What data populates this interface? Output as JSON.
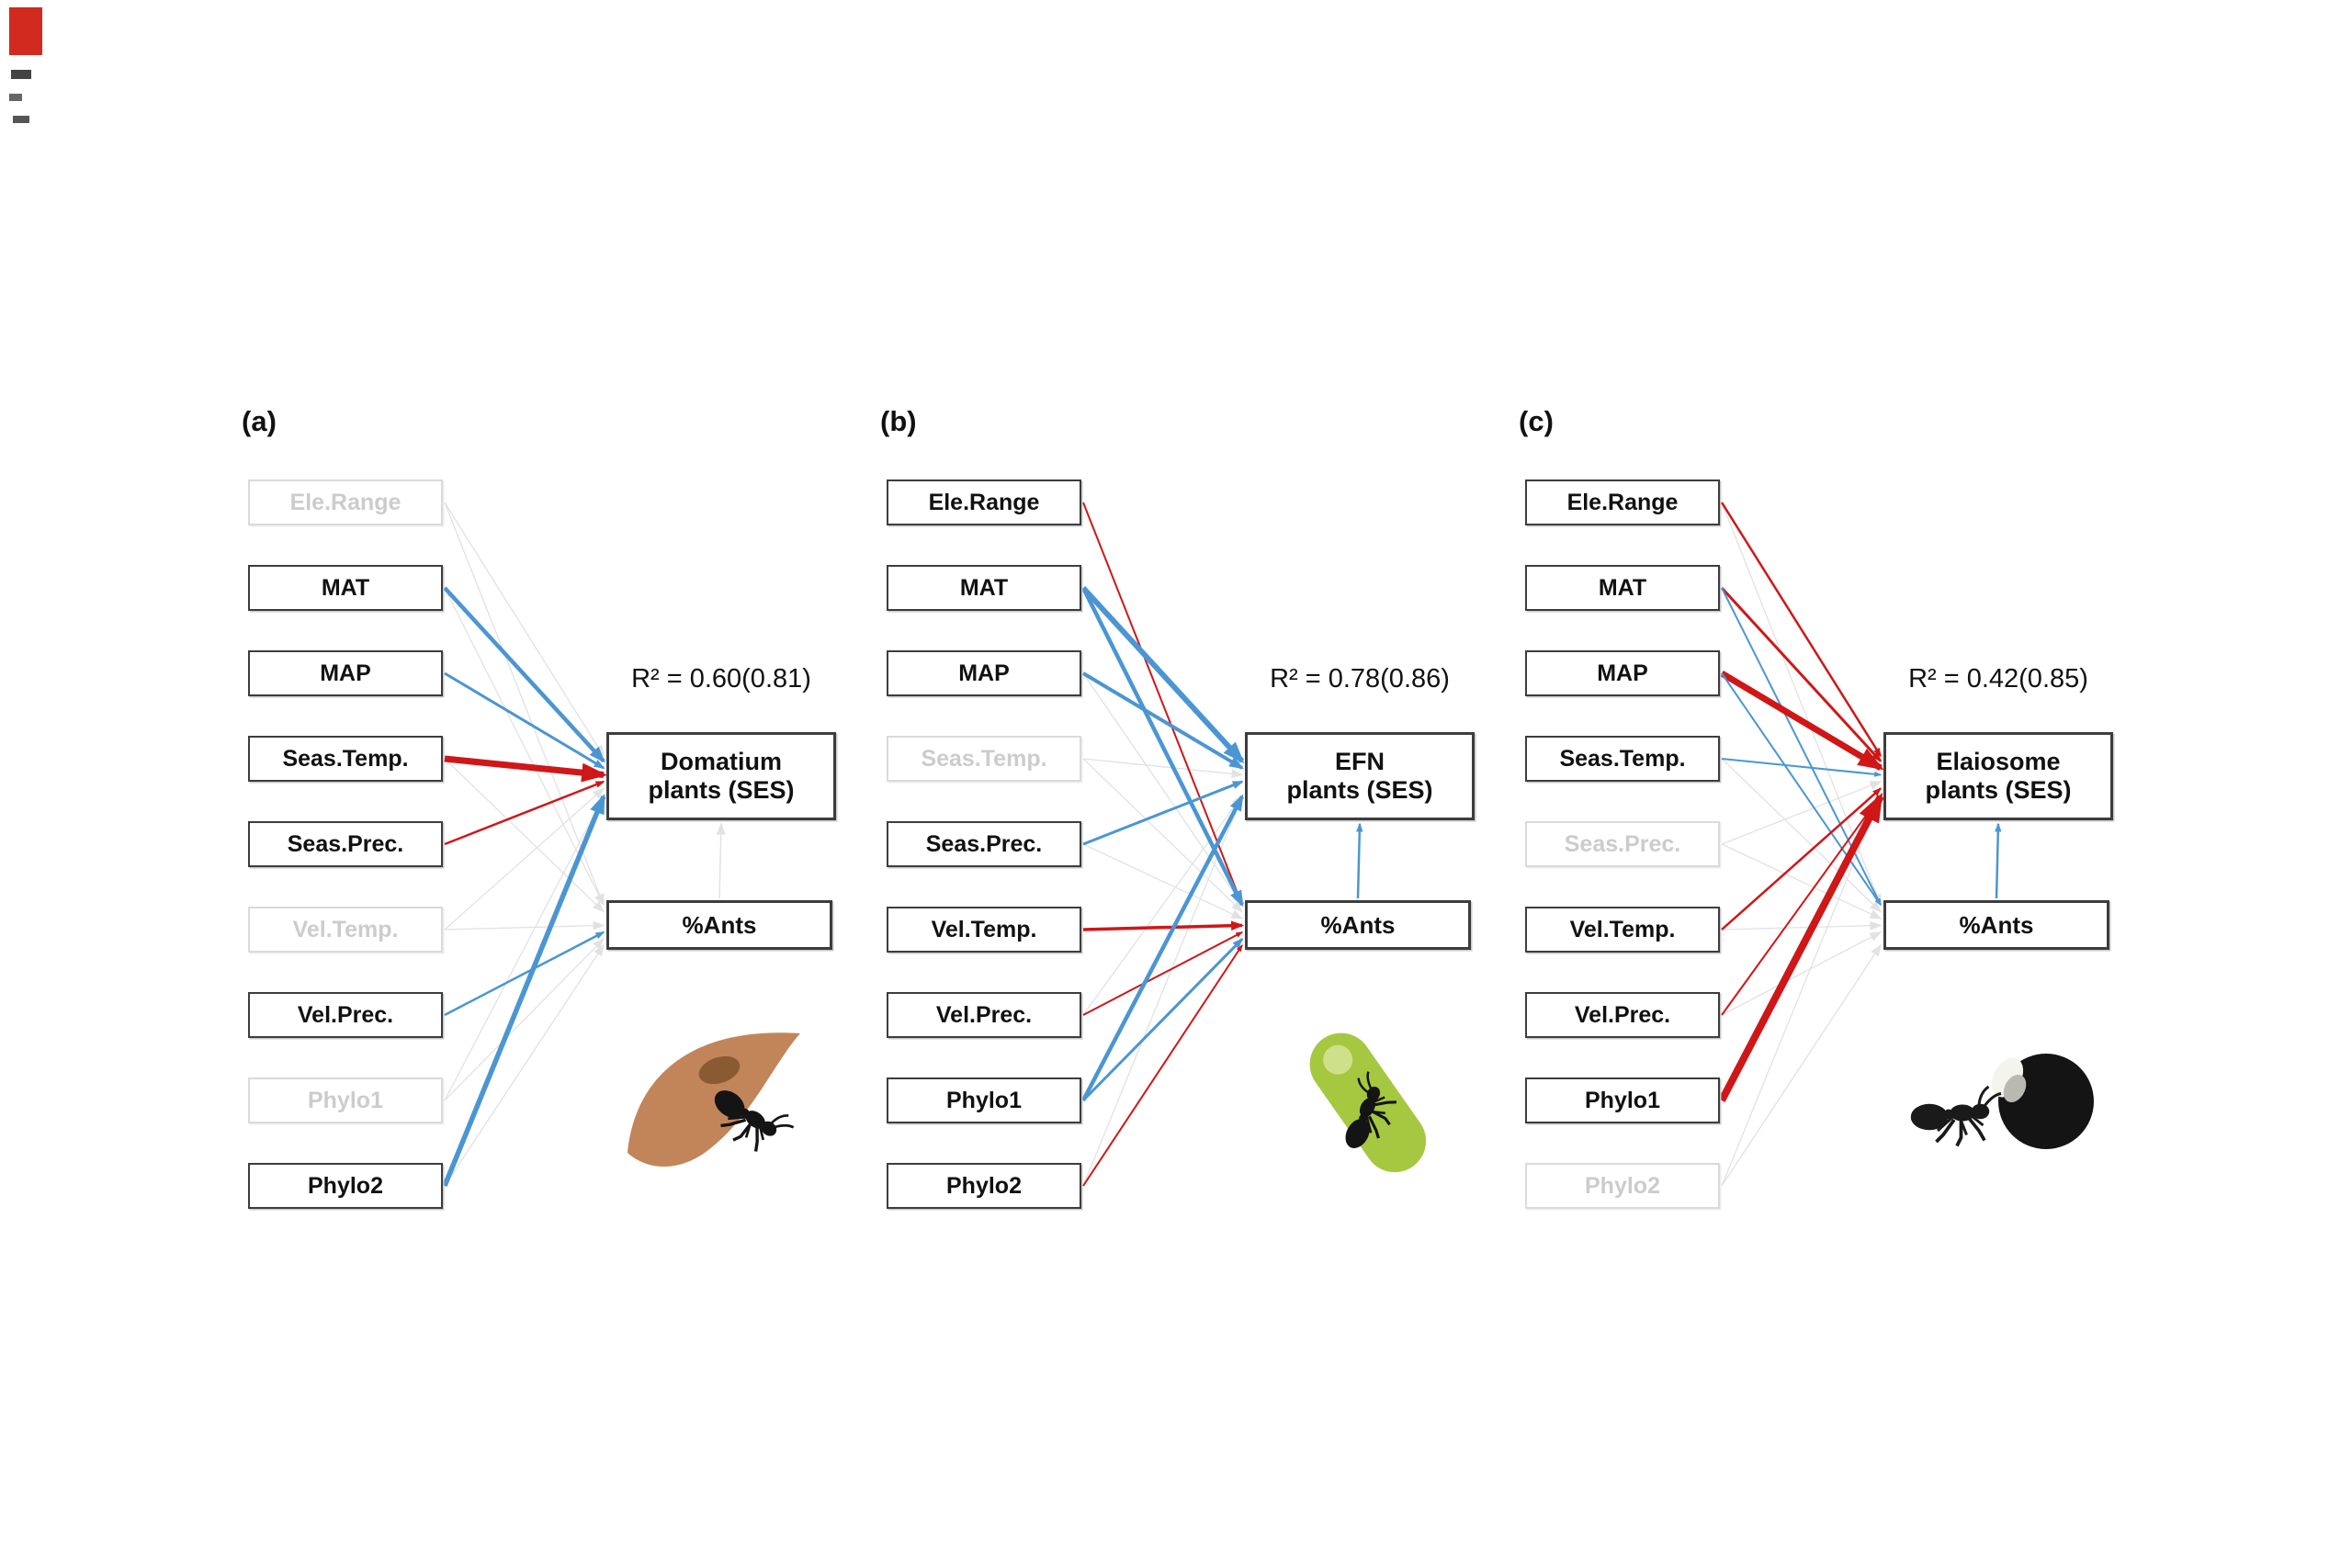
{
  "figure": {
    "colors": {
      "pos": "#4b96d2",
      "neg": "#cf1717",
      "ns": "#e2e2e2",
      "muted": "#cccccc"
    },
    "panels": [
      {
        "label": "(a)",
        "r2": "R² = 0.60(0.81)",
        "response_line1": "Domatium",
        "response_line2": "plants (SES)",
        "ants_label": "%Ants",
        "icon": "domatium-ant-icon",
        "predictors": [
          {
            "id": "ele-range",
            "label": "Ele.Range",
            "muted": true
          },
          {
            "id": "mat",
            "label": "MAT",
            "muted": false
          },
          {
            "id": "map",
            "label": "MAP",
            "muted": false
          },
          {
            "id": "seas-temp",
            "label": "Seas.Temp.",
            "muted": false
          },
          {
            "id": "seas-prec",
            "label": "Seas.Prec.",
            "muted": false
          },
          {
            "id": "vel-temp",
            "label": "Vel.Temp.",
            "muted": true
          },
          {
            "id": "vel-prec",
            "label": "Vel.Prec.",
            "muted": false
          },
          {
            "id": "phylo1",
            "label": "Phylo1",
            "muted": true
          },
          {
            "id": "phylo2",
            "label": "Phylo2",
            "muted": false
          }
        ],
        "edges": [
          {
            "from": "ele-range",
            "to": "response",
            "sign": "ns",
            "w": 1.3
          },
          {
            "from": "ele-range",
            "to": "ants",
            "sign": "ns",
            "w": 1.3
          },
          {
            "from": "mat",
            "to": "ants",
            "sign": "ns",
            "w": 1.3
          },
          {
            "from": "seas-temp",
            "to": "ants",
            "sign": "ns",
            "w": 1.3
          },
          {
            "from": "vel-temp",
            "to": "response",
            "sign": "ns",
            "w": 1.3
          },
          {
            "from": "vel-temp",
            "to": "ants",
            "sign": "ns",
            "w": 1.3
          },
          {
            "from": "phylo1",
            "to": "response",
            "sign": "ns",
            "w": 1.3
          },
          {
            "from": "phylo1",
            "to": "ants",
            "sign": "ns",
            "w": 1.3
          },
          {
            "from": "phylo2",
            "to": "ants",
            "sign": "ns",
            "w": 1.3
          },
          {
            "from": "ants",
            "to": "response",
            "sign": "ns",
            "w": 1.5
          },
          {
            "from": "mat",
            "to": "response",
            "sign": "pos",
            "w": 4.5
          },
          {
            "from": "map",
            "to": "response",
            "sign": "pos",
            "w": 3
          },
          {
            "from": "seas-temp",
            "to": "response",
            "sign": "neg",
            "w": 7
          },
          {
            "from": "seas-prec",
            "to": "response",
            "sign": "neg",
            "w": 2.5
          },
          {
            "from": "vel-prec",
            "to": "ants",
            "sign": "pos",
            "w": 2.5
          },
          {
            "from": "phylo2",
            "to": "response",
            "sign": "pos",
            "w": 5.5
          }
        ]
      },
      {
        "label": "(b)",
        "r2": "R² = 0.78(0.86)",
        "response_line1": "EFN",
        "response_line2": "plants (SES)",
        "ants_label": "%Ants",
        "icon": "efn-ant-icon",
        "predictors": [
          {
            "id": "ele-range",
            "label": "Ele.Range",
            "muted": false
          },
          {
            "id": "mat",
            "label": "MAT",
            "muted": false
          },
          {
            "id": "map",
            "label": "MAP",
            "muted": false
          },
          {
            "id": "seas-temp",
            "label": "Seas.Temp.",
            "muted": true
          },
          {
            "id": "seas-prec",
            "label": "Seas.Prec.",
            "muted": false
          },
          {
            "id": "vel-temp",
            "label": "Vel.Temp.",
            "muted": false
          },
          {
            "id": "vel-prec",
            "label": "Vel.Prec.",
            "muted": false
          },
          {
            "id": "phylo1",
            "label": "Phylo1",
            "muted": false
          },
          {
            "id": "phylo2",
            "label": "Phylo2",
            "muted": false
          }
        ],
        "edges": [
          {
            "from": "seas-temp",
            "to": "response",
            "sign": "ns",
            "w": 1.3
          },
          {
            "from": "seas-temp",
            "to": "ants",
            "sign": "ns",
            "w": 1.3
          },
          {
            "from": "seas-prec",
            "to": "ants",
            "sign": "ns",
            "w": 1.3
          },
          {
            "from": "vel-prec",
            "to": "response",
            "sign": "ns",
            "w": 1.3
          },
          {
            "from": "map",
            "to": "ants",
            "sign": "ns",
            "w": 1.3
          },
          {
            "from": "phylo2",
            "to": "response",
            "sign": "ns",
            "w": 1.3
          },
          {
            "from": "ele-range",
            "to": "ants",
            "sign": "neg",
            "w": 2
          },
          {
            "from": "mat",
            "to": "response",
            "sign": "pos",
            "w": 6
          },
          {
            "from": "mat",
            "to": "ants",
            "sign": "pos",
            "w": 4.5
          },
          {
            "from": "map",
            "to": "response",
            "sign": "pos",
            "w": 4
          },
          {
            "from": "seas-prec",
            "to": "response",
            "sign": "pos",
            "w": 3
          },
          {
            "from": "vel-temp",
            "to": "ants",
            "sign": "neg",
            "w": 3.5
          },
          {
            "from": "vel-prec",
            "to": "ants",
            "sign": "neg",
            "w": 2
          },
          {
            "from": "phylo1",
            "to": "response",
            "sign": "pos",
            "w": 4.5
          },
          {
            "from": "phylo1",
            "to": "ants",
            "sign": "pos",
            "w": 3
          },
          {
            "from": "phylo2",
            "to": "ants",
            "sign": "neg",
            "w": 2
          },
          {
            "from": "ants",
            "to": "response",
            "sign": "pos",
            "w": 2.5
          }
        ]
      },
      {
        "label": "(c)",
        "r2": "R² = 0.42(0.85)",
        "response_line1": "Elaiosome",
        "response_line2": "plants (SES)",
        "ants_label": "%Ants",
        "icon": "elaiosome-ant-icon",
        "predictors": [
          {
            "id": "ele-range",
            "label": "Ele.Range",
            "muted": false
          },
          {
            "id": "mat",
            "label": "MAT",
            "muted": false
          },
          {
            "id": "map",
            "label": "MAP",
            "muted": false
          },
          {
            "id": "seas-temp",
            "label": "Seas.Temp.",
            "muted": false
          },
          {
            "id": "seas-prec",
            "label": "Seas.Prec.",
            "muted": true
          },
          {
            "id": "vel-temp",
            "label": "Vel.Temp.",
            "muted": false
          },
          {
            "id": "vel-prec",
            "label": "Vel.Prec.",
            "muted": false
          },
          {
            "id": "phylo1",
            "label": "Phylo1",
            "muted": false
          },
          {
            "id": "phylo2",
            "label": "Phylo2",
            "muted": true
          }
        ],
        "edges": [
          {
            "from": "seas-prec",
            "to": "response",
            "sign": "ns",
            "w": 1.3
          },
          {
            "from": "seas-prec",
            "to": "ants",
            "sign": "ns",
            "w": 1.3
          },
          {
            "from": "phylo2",
            "to": "response",
            "sign": "ns",
            "w": 1.3
          },
          {
            "from": "phylo2",
            "to": "ants",
            "sign": "ns",
            "w": 1.3
          },
          {
            "from": "vel-temp",
            "to": "ants",
            "sign": "ns",
            "w": 1.3
          },
          {
            "from": "vel-prec",
            "to": "ants",
            "sign": "ns",
            "w": 1.3
          },
          {
            "from": "seas-temp",
            "to": "ants",
            "sign": "ns",
            "w": 1.3
          },
          {
            "from": "ele-range",
            "to": "ants",
            "sign": "ns",
            "w": 1.3
          },
          {
            "from": "ele-range",
            "to": "response",
            "sign": "neg",
            "w": 2.5
          },
          {
            "from": "mat",
            "to": "response",
            "sign": "neg",
            "w": 3
          },
          {
            "from": "mat",
            "to": "ants",
            "sign": "pos",
            "w": 2
          },
          {
            "from": "map",
            "to": "response",
            "sign": "neg",
            "w": 7
          },
          {
            "from": "map",
            "to": "ants",
            "sign": "pos",
            "w": 2
          },
          {
            "from": "seas-temp",
            "to": "response",
            "sign": "pos",
            "w": 2
          },
          {
            "from": "vel-temp",
            "to": "response",
            "sign": "neg",
            "w": 2.5
          },
          {
            "from": "vel-prec",
            "to": "response",
            "sign": "neg",
            "w": 2
          },
          {
            "from": "phylo1",
            "to": "response",
            "sign": "neg",
            "w": 8
          },
          {
            "from": "ants",
            "to": "response",
            "sign": "pos",
            "w": 2.5
          }
        ]
      }
    ]
  }
}
